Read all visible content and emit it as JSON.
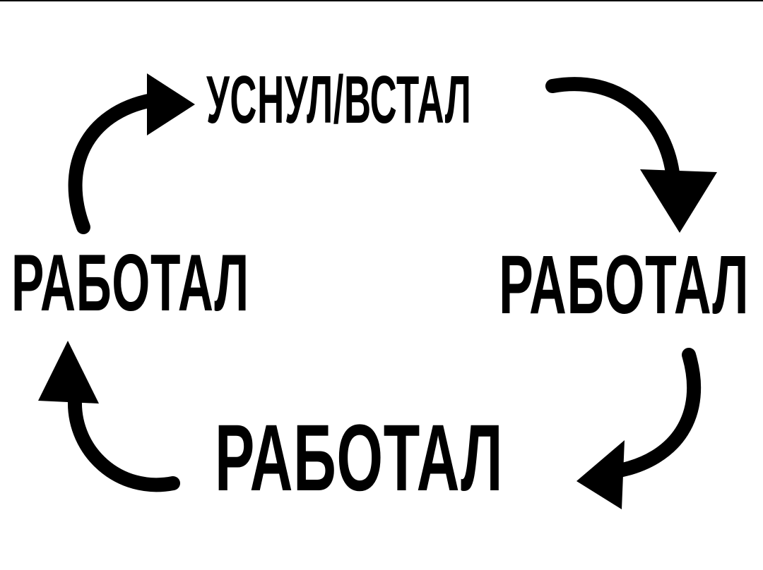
{
  "diagram": {
    "type": "cycle",
    "nodes": [
      {
        "id": "top",
        "label": "УСНУЛ/ВСТАЛ"
      },
      {
        "id": "right",
        "label": "РАБОТАЛ"
      },
      {
        "id": "bottom",
        "label": "РАБОТАЛ"
      },
      {
        "id": "left",
        "label": "РАБОТАЛ"
      }
    ],
    "edges": [
      {
        "from": "top",
        "to": "right"
      },
      {
        "from": "right",
        "to": "bottom"
      },
      {
        "from": "bottom",
        "to": "left"
      },
      {
        "from": "left",
        "to": "top"
      }
    ],
    "colors": {
      "background": "#ffffff",
      "ink": "#000000"
    },
    "icons": [
      "curved-arrow-icon"
    ]
  }
}
